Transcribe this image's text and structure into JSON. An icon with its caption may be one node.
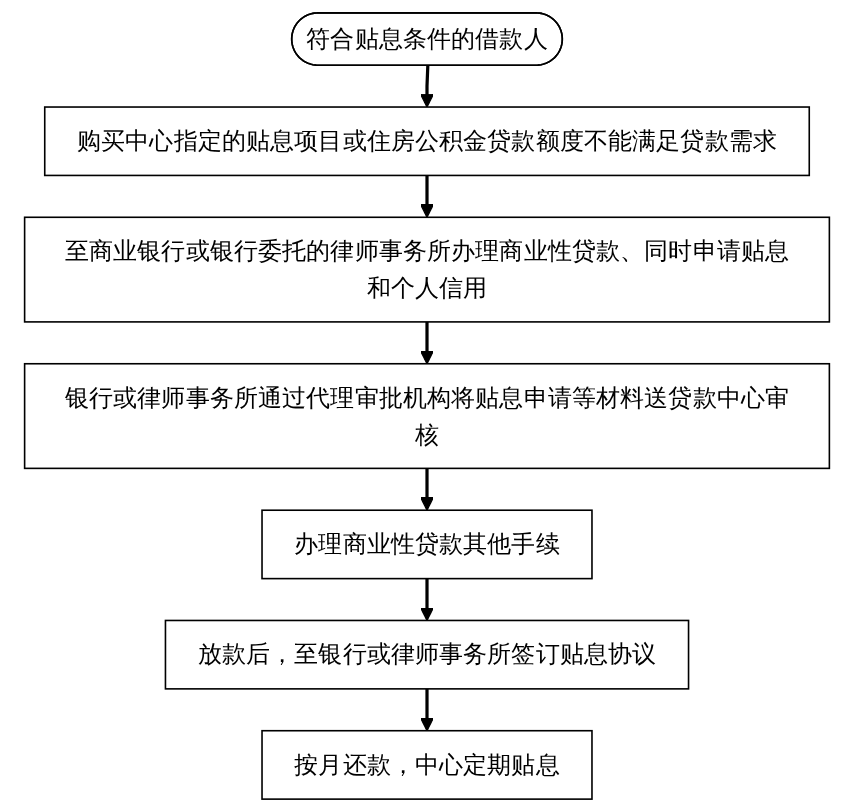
{
  "diagram": {
    "nodes": [
      {
        "text": [
          "符合贴息条件的借款人"
        ]
      },
      {
        "text": [
          "购买中心指定的贴息项目或住房公积金贷款额度不能满足贷款需求"
        ]
      },
      {
        "text": [
          "至商业银行或银行委托的律师事务所办理商业性贷款、同时申请贴息和个人信用"
        ]
      },
      {
        "text": [
          "银行或律师事务所通过代理审批机构将贴息申请等材料送贷款中心审核"
        ]
      },
      {
        "text": [
          "办理商业性贷款其他手续"
        ]
      },
      {
        "text": [
          "放款后，至银行或律师事务所签订贴息协议"
        ]
      },
      {
        "text": [
          "按月还款，中心定期贴息"
        ]
      }
    ],
    "edges": [
      {
        "from": 0,
        "to": 1,
        "arrow": "to"
      },
      {
        "from": 1,
        "to": 2,
        "arrow": "to"
      },
      {
        "from": 2,
        "to": 3,
        "arrow": "to"
      },
      {
        "from": 3,
        "to": 4,
        "arrow": "to"
      },
      {
        "from": 4,
        "to": 5,
        "arrow": "to"
      },
      {
        "from": 5,
        "to": 6,
        "arrow": "to"
      }
    ]
  }
}
